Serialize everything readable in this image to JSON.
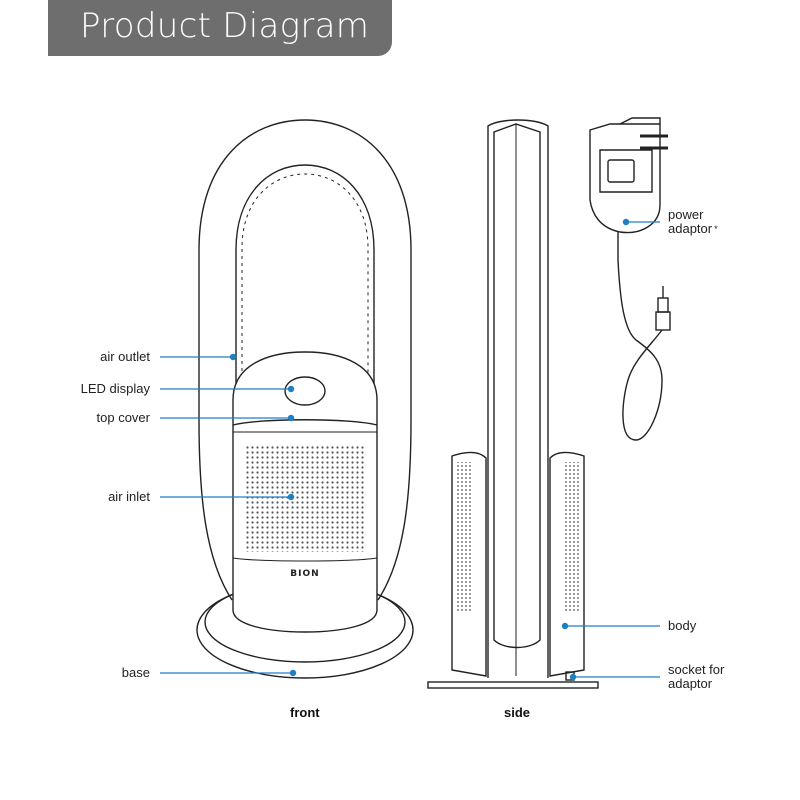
{
  "title": "Product Diagram",
  "labels": {
    "air_outlet": "air outlet",
    "led_display": "LED display",
    "top_cover": "top cover",
    "air_inlet": "air inlet",
    "base": "base",
    "power_adaptor_line1": "power",
    "power_adaptor_line2": "adaptor",
    "power_adaptor_mark": "*",
    "body": "body",
    "socket_line1": "socket for",
    "socket_line2": "adaptor"
  },
  "captions": {
    "front": "front",
    "side": "side"
  },
  "brand": "BION",
  "colors": {
    "banner": "#6e6e6e",
    "leader": "#1e7fc3",
    "outline": "#222222"
  }
}
